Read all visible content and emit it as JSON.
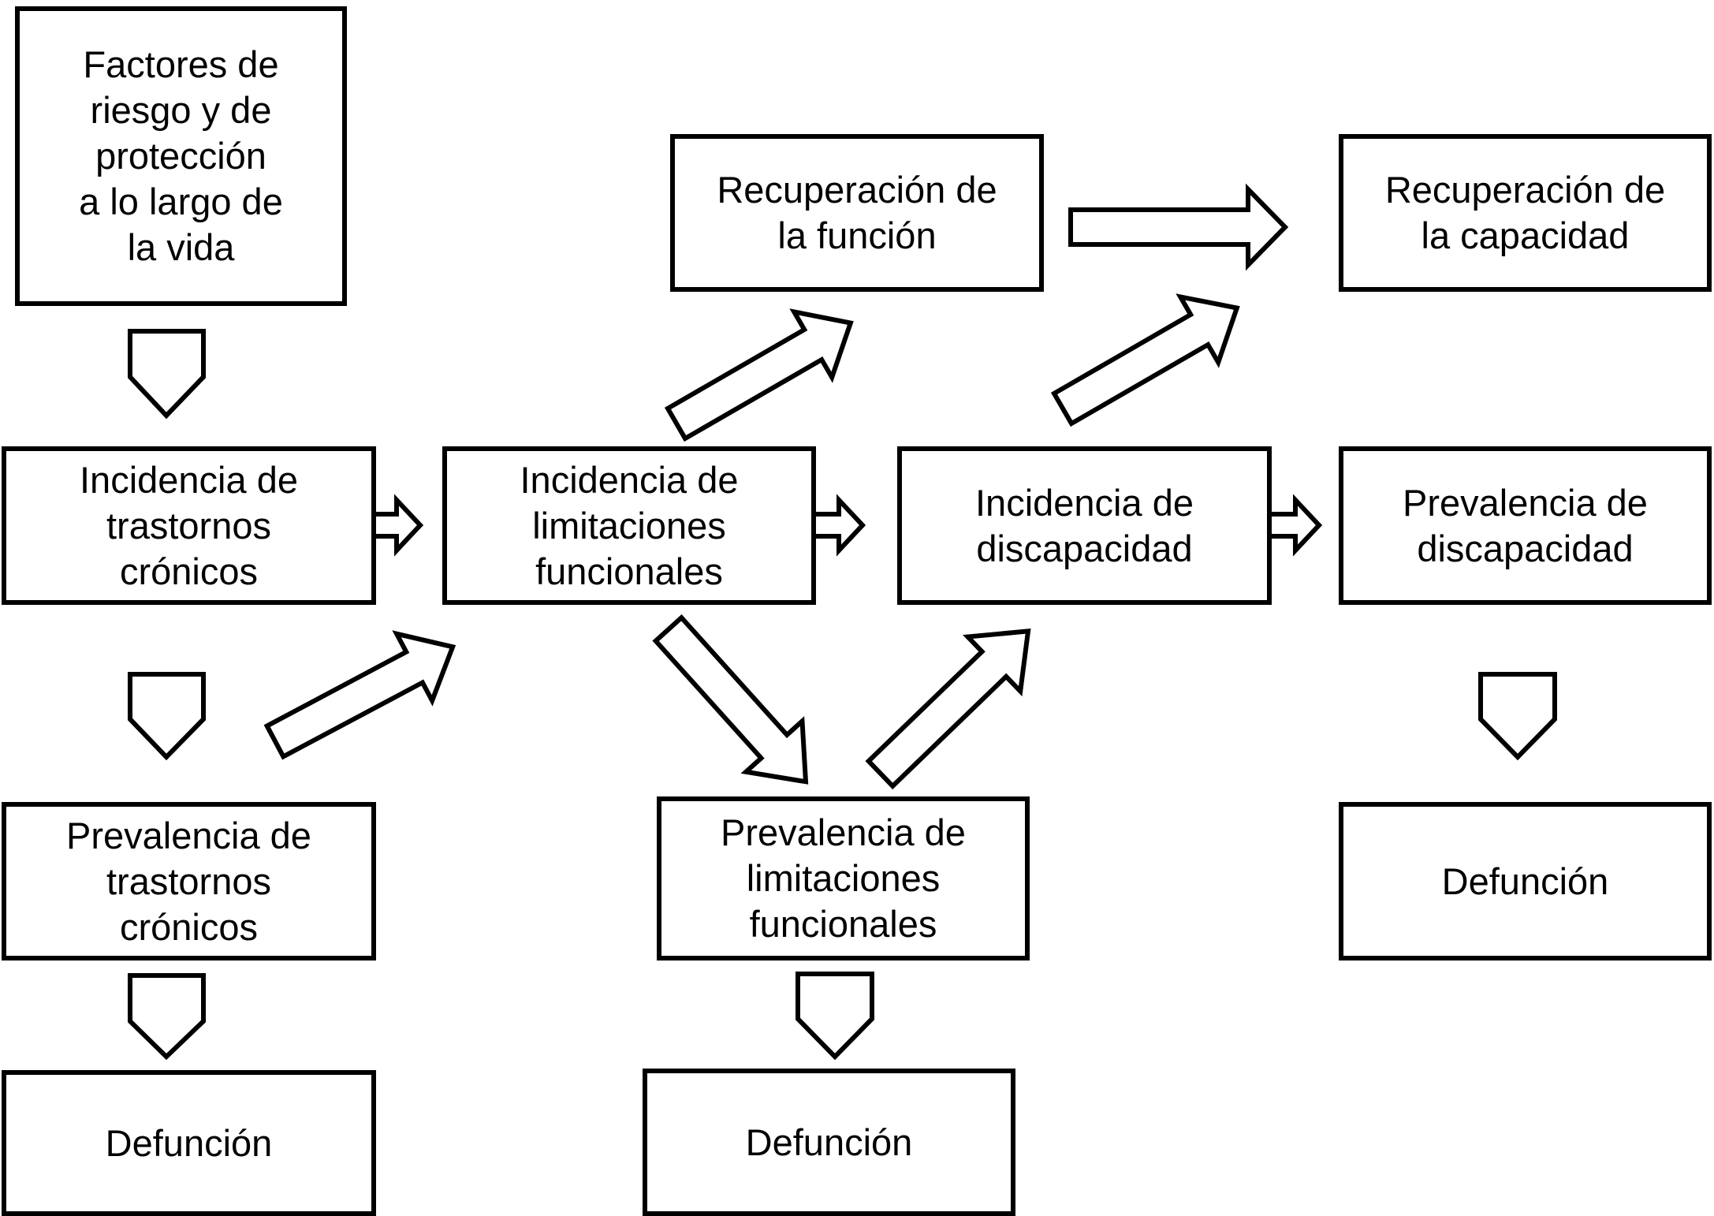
{
  "boxes": {
    "factores_riesgo": "Factores de\nriesgo y de\nprotección\na lo largo de\nla vida",
    "incidencia_trastornos": "Incidencia de\ntrastornos\ncrónicos",
    "incidencia_limitaciones": "Incidencia de\nlimitaciones\nfuncionales",
    "incidencia_discapacidad": "Incidencia de\ndiscapacidad",
    "prevalencia_discapacidad": "Prevalencia de\ndiscapacidad",
    "recuperacion_funcion": "Recuperación de\nla función",
    "recuperacion_capacidad": "Recuperación de\nla capacidad",
    "prevalencia_trastornos": "Prevalencia de\ntrastornos\ncrónicos",
    "prevalencia_limitaciones": "Prevalencia de\nlimitaciones\nfuncionales",
    "defuncion_1": "Defunción",
    "defuncion_2": "Defunción",
    "defuncion_3": "Defunción"
  },
  "colors": {
    "stroke": "#000000",
    "fill": "#ffffff"
  },
  "icons": {
    "down_marker": "pentagon-down-arrow-icon",
    "flow_arrow": "hollow-block-arrow-icon"
  }
}
